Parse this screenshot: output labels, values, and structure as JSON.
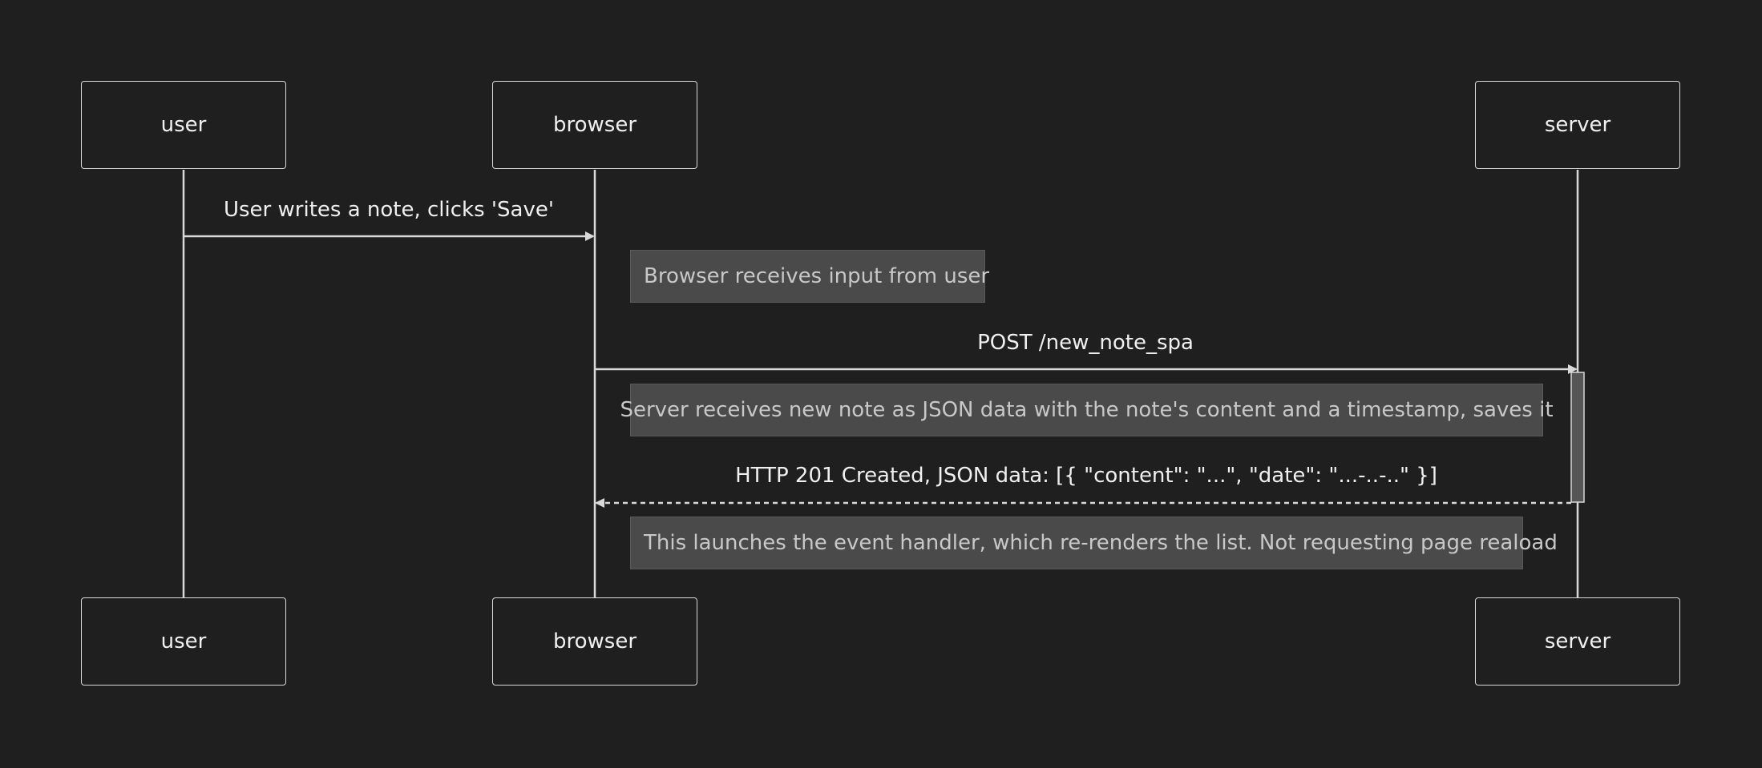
{
  "actors": {
    "user": "user",
    "browser": "browser",
    "server": "server"
  },
  "messages": [
    {
      "label": "User writes a note, clicks 'Save'",
      "style": "solid"
    },
    {
      "label": "POST /new_note_spa",
      "style": "solid"
    },
    {
      "label": "HTTP 201 Created, JSON data: [{ \"content\": \"...\", \"date\": \"...-..-..\" }]",
      "style": "dashed"
    }
  ],
  "notes": [
    "Browser receives input from user",
    "Server receives new note as JSON data with the note's content and a timestamp, saves it",
    "This launches the event handler, which re-renders the list. Not requesting page reaload"
  ],
  "colors": {
    "background": "#1f1f1f",
    "line": "#d9d9d9",
    "note_fill": "#4a4a4a",
    "text": "#f0f0f0",
    "activation_fill": "#555555"
  }
}
